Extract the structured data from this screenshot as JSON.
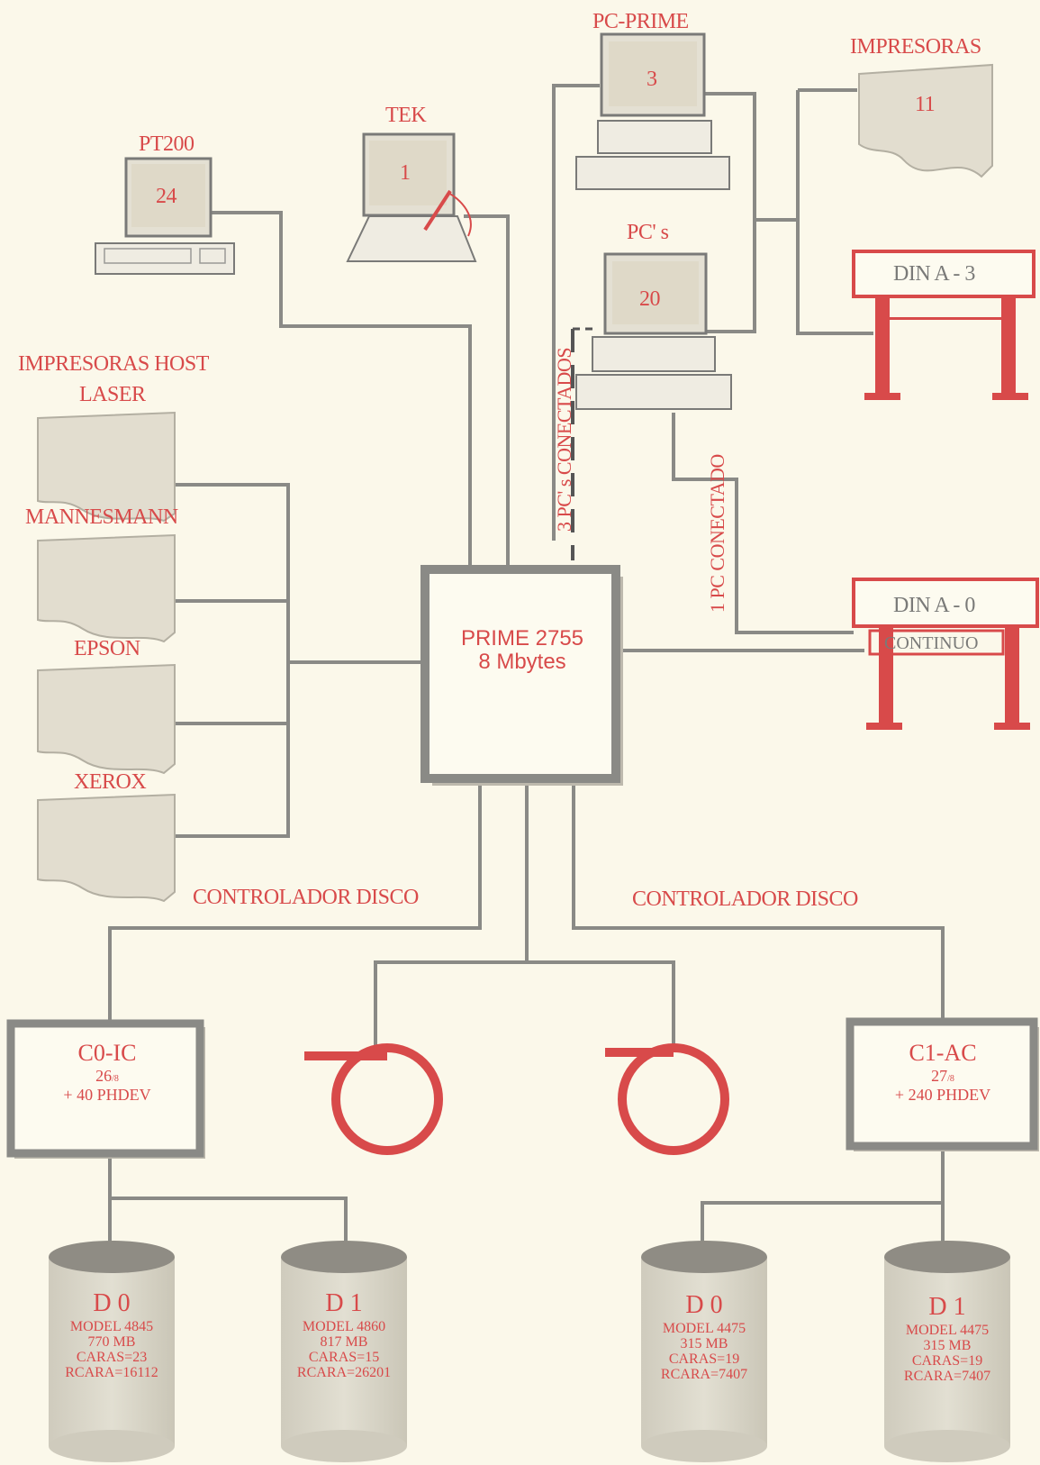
{
  "stations": {
    "pt200": {
      "label": "PT200",
      "count": "24"
    },
    "tek": {
      "label": "TEK",
      "count": "1"
    },
    "pc_prime": {
      "label": "PC-PRIME",
      "count": "3"
    },
    "pcs": {
      "label": "PC' s",
      "count": "20"
    }
  },
  "printers": {
    "impresoras": {
      "label": "IMPRESORAS",
      "count": "11"
    },
    "host_title_line1": "IMPRESORAS HOST",
    "host_title_line2": "LASER",
    "mannesmann": "MANNESMANN",
    "epson": "EPSON",
    "xerox": "XEROX"
  },
  "plotters": {
    "a3": {
      "label": "DIN A - 3"
    },
    "a0": {
      "label": "DIN A - 0",
      "sub": "CONTINUO"
    }
  },
  "links": {
    "three_pcs": "3 PC' s CONECTADOS",
    "one_pc": "1 PC CONECTADO"
  },
  "cpu": {
    "line1": "PRIME 2755",
    "line2": "8 Mbytes"
  },
  "controllers": {
    "left_label": "CONTROLADOR DISCO",
    "right_label": "CONTROLADOR DISCO",
    "c0": {
      "name": "C0-IC",
      "num": "26",
      "sub": "/8",
      "extra": "+ 40 PHDEV"
    },
    "c1": {
      "name": "C1-AC",
      "num": "27",
      "sub": "/8",
      "extra": "+ 240 PHDEV"
    }
  },
  "disks": [
    {
      "name": "D 0",
      "model": "MODEL 4845",
      "size": "770 MB",
      "caras": "CARAS=23",
      "rcara": "RCARA=16112"
    },
    {
      "name": "D 1",
      "model": "MODEL 4860",
      "size": "817 MB",
      "caras": "CARAS=15",
      "rcara": "RCARA=26201"
    },
    {
      "name": "D 0",
      "model": "MODEL 4475",
      "size": "315 MB",
      "caras": "CARAS=19",
      "rcara": "RCARA=7407"
    },
    {
      "name": "D 1",
      "model": "MODEL 4475",
      "size": "315 MB",
      "caras": "CARAS=19",
      "rcara": "RCARA=7407"
    }
  ],
  "colors": {
    "accent": "#d84a4a",
    "line": "#8a8a86",
    "device": "#d7d3c5",
    "paper": "#fbf8ea"
  }
}
